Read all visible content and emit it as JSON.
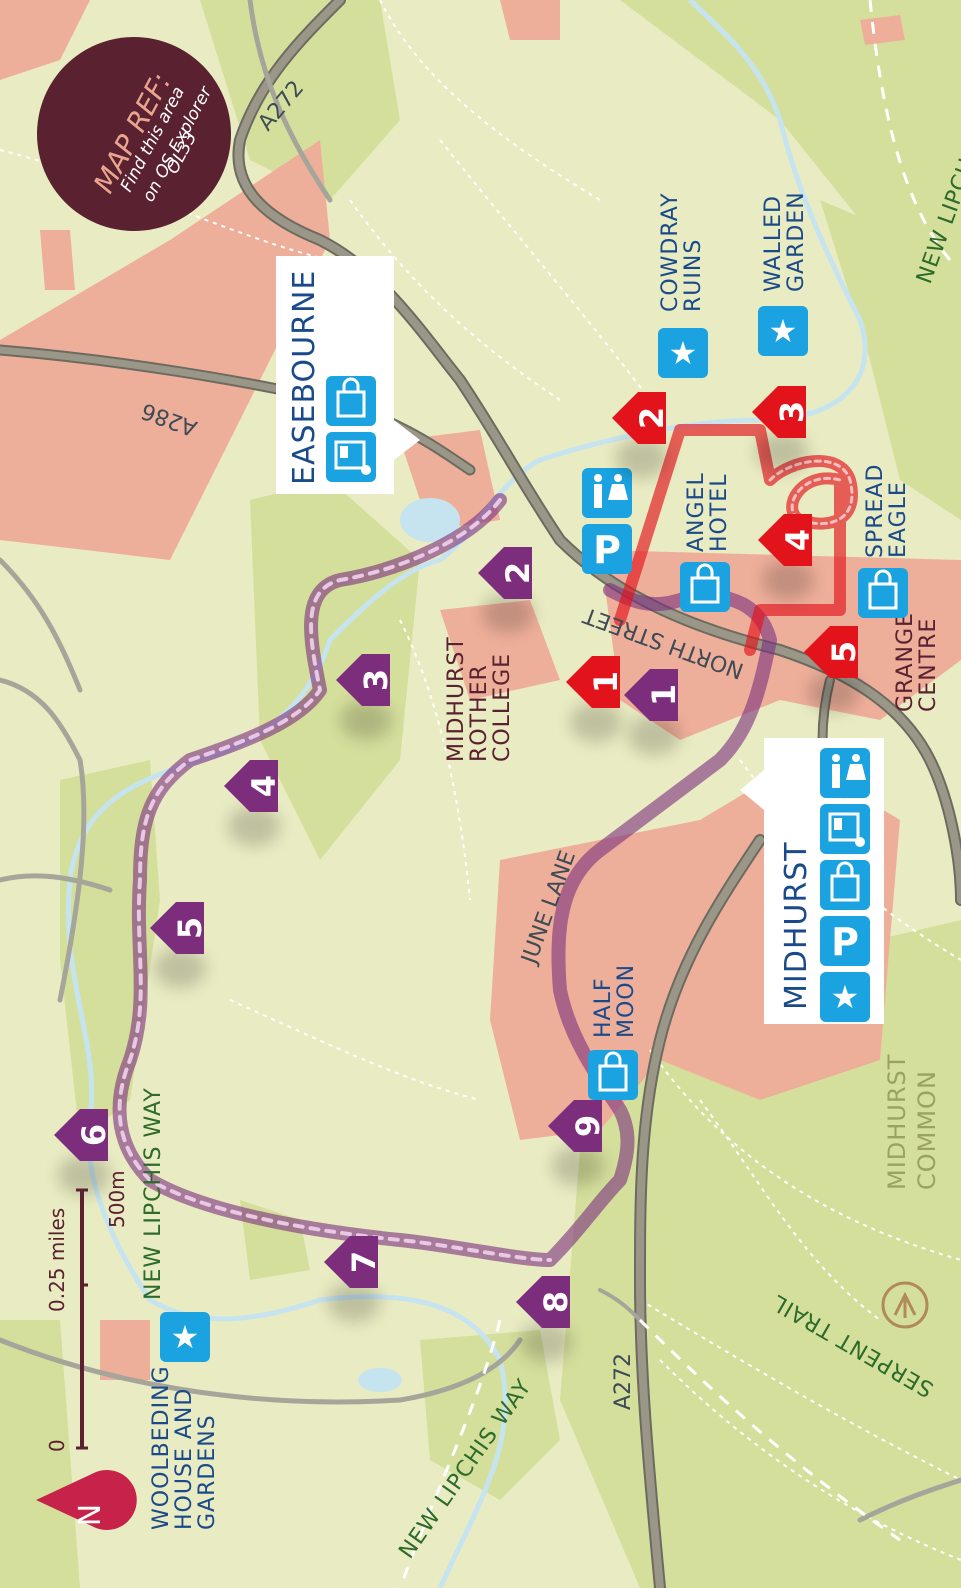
{
  "map_ref": {
    "title": "MAP REF:",
    "line1": "Find this area",
    "line2": "on OS Explorer",
    "line3": "OL33"
  },
  "towns": {
    "easebourne": "EASEBOURNE",
    "midhurst": "MIDHURST"
  },
  "places": {
    "cowdray_ruins": [
      "COWDRAY",
      "RUINS"
    ],
    "walled_garden": [
      "WALLED",
      "GARDEN"
    ],
    "angel_hotel": [
      "ANGEL",
      "HOTEL"
    ],
    "spread_eagle": [
      "SPREAD",
      "EAGLE"
    ],
    "grange_centre": [
      "GRANGE",
      "CENTRE"
    ],
    "rother_college": [
      "MIDHURST",
      "ROTHER",
      "COLLEGE"
    ],
    "half_moon": [
      "HALF",
      "MOON"
    ],
    "woolbeding": [
      "WOOLBEDING",
      "HOUSE AND",
      "GARDENS"
    ],
    "midhurst_common": [
      "MIDHURST",
      "COMMON"
    ]
  },
  "roads": {
    "a272_top": "A272",
    "a286": "A286",
    "a272_bottom": "A272",
    "north_street": "NORTH STREET",
    "june_lane": "JUNE LANE"
  },
  "trails": {
    "new_lipchis_1": "NEW LIPCHIS WAY",
    "new_lipchis_2": "NEW LIPCHIS WAY",
    "new_lipchis_3": "NEW LIPCHIS WAY",
    "serpent_trail": "SERPENT TRAIL"
  },
  "scale": {
    "zero": "0",
    "miles": "0.25 miles",
    "metres": "500m"
  },
  "compass": "N",
  "red_route_markers": [
    "1",
    "2",
    "3",
    "4",
    "5"
  ],
  "purple_route_markers": [
    "1",
    "2",
    "3",
    "4",
    "5",
    "6",
    "7",
    "8",
    "9"
  ],
  "colors": {
    "background": "#e9ebc2",
    "urban": "#eeaf9a",
    "woodland": "#d5df9c",
    "water": "#c6e4ef",
    "road": "#8c8a80",
    "purple_route": "#7c2e7d",
    "red_route": "#e3131b",
    "icon_blue": "#1aa3e0",
    "maroon": "#5a2230"
  }
}
